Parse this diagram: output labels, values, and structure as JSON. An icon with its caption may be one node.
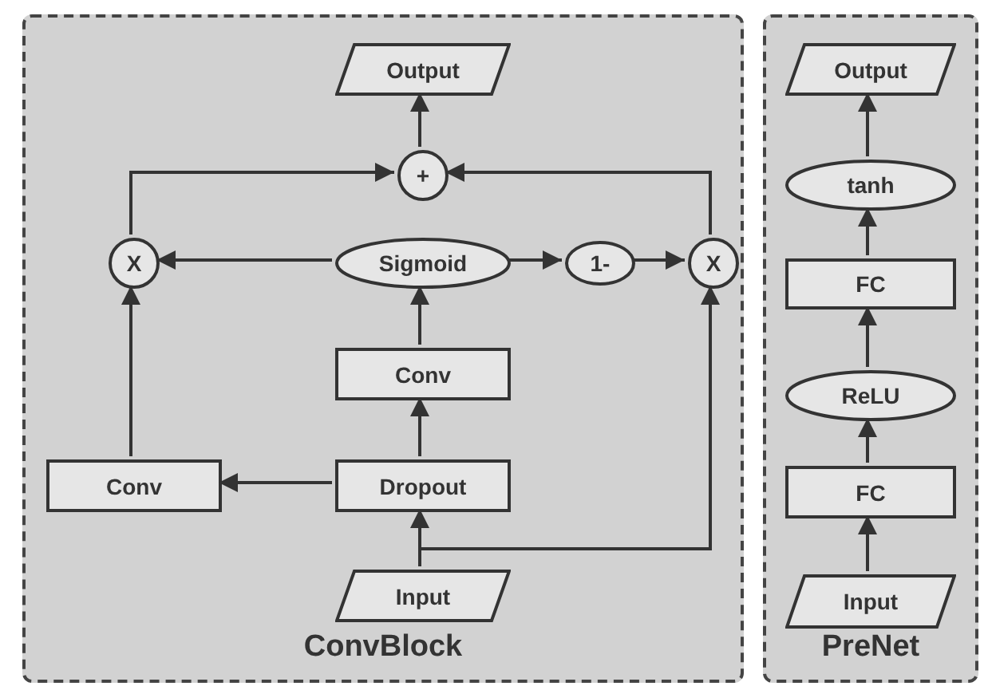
{
  "diagram": {
    "nodes": [
      {
        "text": [
          "ConvBlock"
        ]
      },
      {
        "text": [
          "Output"
        ],
        "in": 0
      },
      {
        "text": [
          "+"
        ],
        "in": 0
      },
      {
        "text": [
          "X"
        ],
        "in": 0
      },
      {
        "text": [
          "Sigmoid"
        ],
        "in": 0
      },
      {
        "text": [
          "1-"
        ],
        "in": 0
      },
      {
        "text": [
          "X"
        ],
        "in": 0
      },
      {
        "text": [
          "Conv"
        ],
        "in": 0
      },
      {
        "text": [
          "Conv"
        ],
        "in": 0
      },
      {
        "text": [
          "Dropout"
        ],
        "in": 0
      },
      {
        "text": [
          "Input"
        ],
        "in": 0
      },
      {
        "text": [
          "PreNet"
        ]
      },
      {
        "text": [
          "Output"
        ],
        "in": 11
      },
      {
        "text": [
          "tanh"
        ],
        "in": 11
      },
      {
        "text": [
          "FC"
        ],
        "in": 11
      },
      {
        "text": [
          "ReLU"
        ],
        "in": 11
      },
      {
        "text": [
          "FC"
        ],
        "in": 11
      },
      {
        "text": [
          "Input"
        ],
        "in": 11
      }
    ],
    "edges": [
      {
        "from": 2,
        "to": 1,
        "arrow": "to"
      },
      {
        "from": 3,
        "to": 2,
        "arrow": "to"
      },
      {
        "from": 6,
        "to": 2,
        "arrow": "to"
      },
      {
        "from": 4,
        "to": 3,
        "arrow": "to"
      },
      {
        "from": 4,
        "to": 5,
        "arrow": "to"
      },
      {
        "from": 5,
        "to": 6,
        "arrow": "to"
      },
      {
        "from": 7,
        "to": 4,
        "arrow": "to"
      },
      {
        "from": 9,
        "to": 7,
        "arrow": "to"
      },
      {
        "from": 9,
        "to": 8,
        "arrow": "to"
      },
      {
        "from": 8,
        "to": 3,
        "arrow": "to"
      },
      {
        "from": 10,
        "to": 9,
        "arrow": "to"
      },
      {
        "from": 10,
        "to": 6,
        "arrow": "to"
      },
      {
        "from": 17,
        "to": 16,
        "arrow": "to"
      },
      {
        "from": 16,
        "to": 15,
        "arrow": "to"
      },
      {
        "from": 15,
        "to": 14,
        "arrow": "to"
      },
      {
        "from": 14,
        "to": 13,
        "arrow": "to"
      },
      {
        "from": 13,
        "to": 12,
        "arrow": "to"
      }
    ]
  }
}
